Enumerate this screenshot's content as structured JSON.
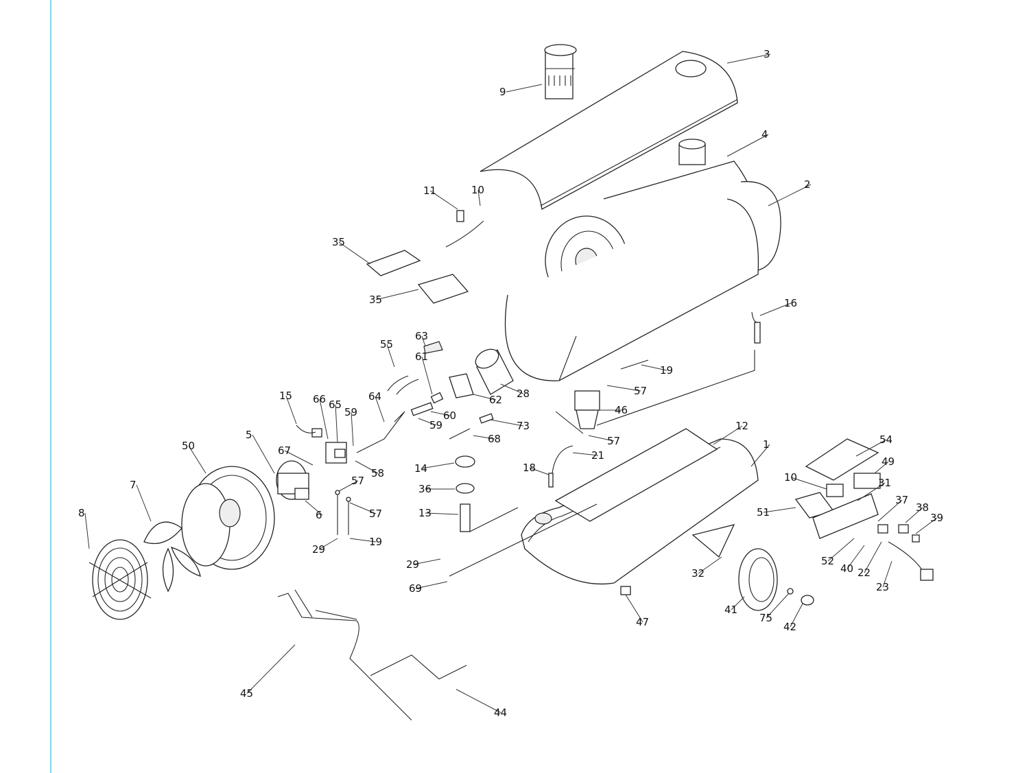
{
  "callouts": [
    {
      "num": "3"
    },
    {
      "num": "9"
    },
    {
      "num": "4"
    },
    {
      "num": "2"
    },
    {
      "num": "11"
    },
    {
      "num": "10"
    },
    {
      "num": "35"
    },
    {
      "num": "35"
    },
    {
      "num": "16"
    },
    {
      "num": "55"
    },
    {
      "num": "63"
    },
    {
      "num": "61"
    },
    {
      "num": "19"
    },
    {
      "num": "57"
    },
    {
      "num": "28"
    },
    {
      "num": "62"
    },
    {
      "num": "15"
    },
    {
      "num": "66"
    },
    {
      "num": "65"
    },
    {
      "num": "59"
    },
    {
      "num": "64"
    },
    {
      "num": "60"
    },
    {
      "num": "59"
    },
    {
      "num": "46"
    },
    {
      "num": "73"
    },
    {
      "num": "68"
    },
    {
      "num": "57"
    },
    {
      "num": "12"
    },
    {
      "num": "54"
    },
    {
      "num": "5"
    },
    {
      "num": "67"
    },
    {
      "num": "50"
    },
    {
      "num": "58"
    },
    {
      "num": "14"
    },
    {
      "num": "21"
    },
    {
      "num": "1"
    },
    {
      "num": "49"
    },
    {
      "num": "18"
    },
    {
      "num": "10"
    },
    {
      "num": "31"
    },
    {
      "num": "7"
    },
    {
      "num": "57"
    },
    {
      "num": "36"
    },
    {
      "num": "37"
    },
    {
      "num": "38"
    },
    {
      "num": "8"
    },
    {
      "num": "6"
    },
    {
      "num": "57"
    },
    {
      "num": "13"
    },
    {
      "num": "51"
    },
    {
      "num": "39"
    },
    {
      "num": "29"
    },
    {
      "num": "19"
    },
    {
      "num": "29"
    },
    {
      "num": "52"
    },
    {
      "num": "40"
    },
    {
      "num": "22"
    },
    {
      "num": "32"
    },
    {
      "num": "69"
    },
    {
      "num": "23"
    },
    {
      "num": "41"
    },
    {
      "num": "75"
    },
    {
      "num": "47"
    },
    {
      "num": "42"
    },
    {
      "num": "45"
    },
    {
      "num": "44"
    }
  ]
}
